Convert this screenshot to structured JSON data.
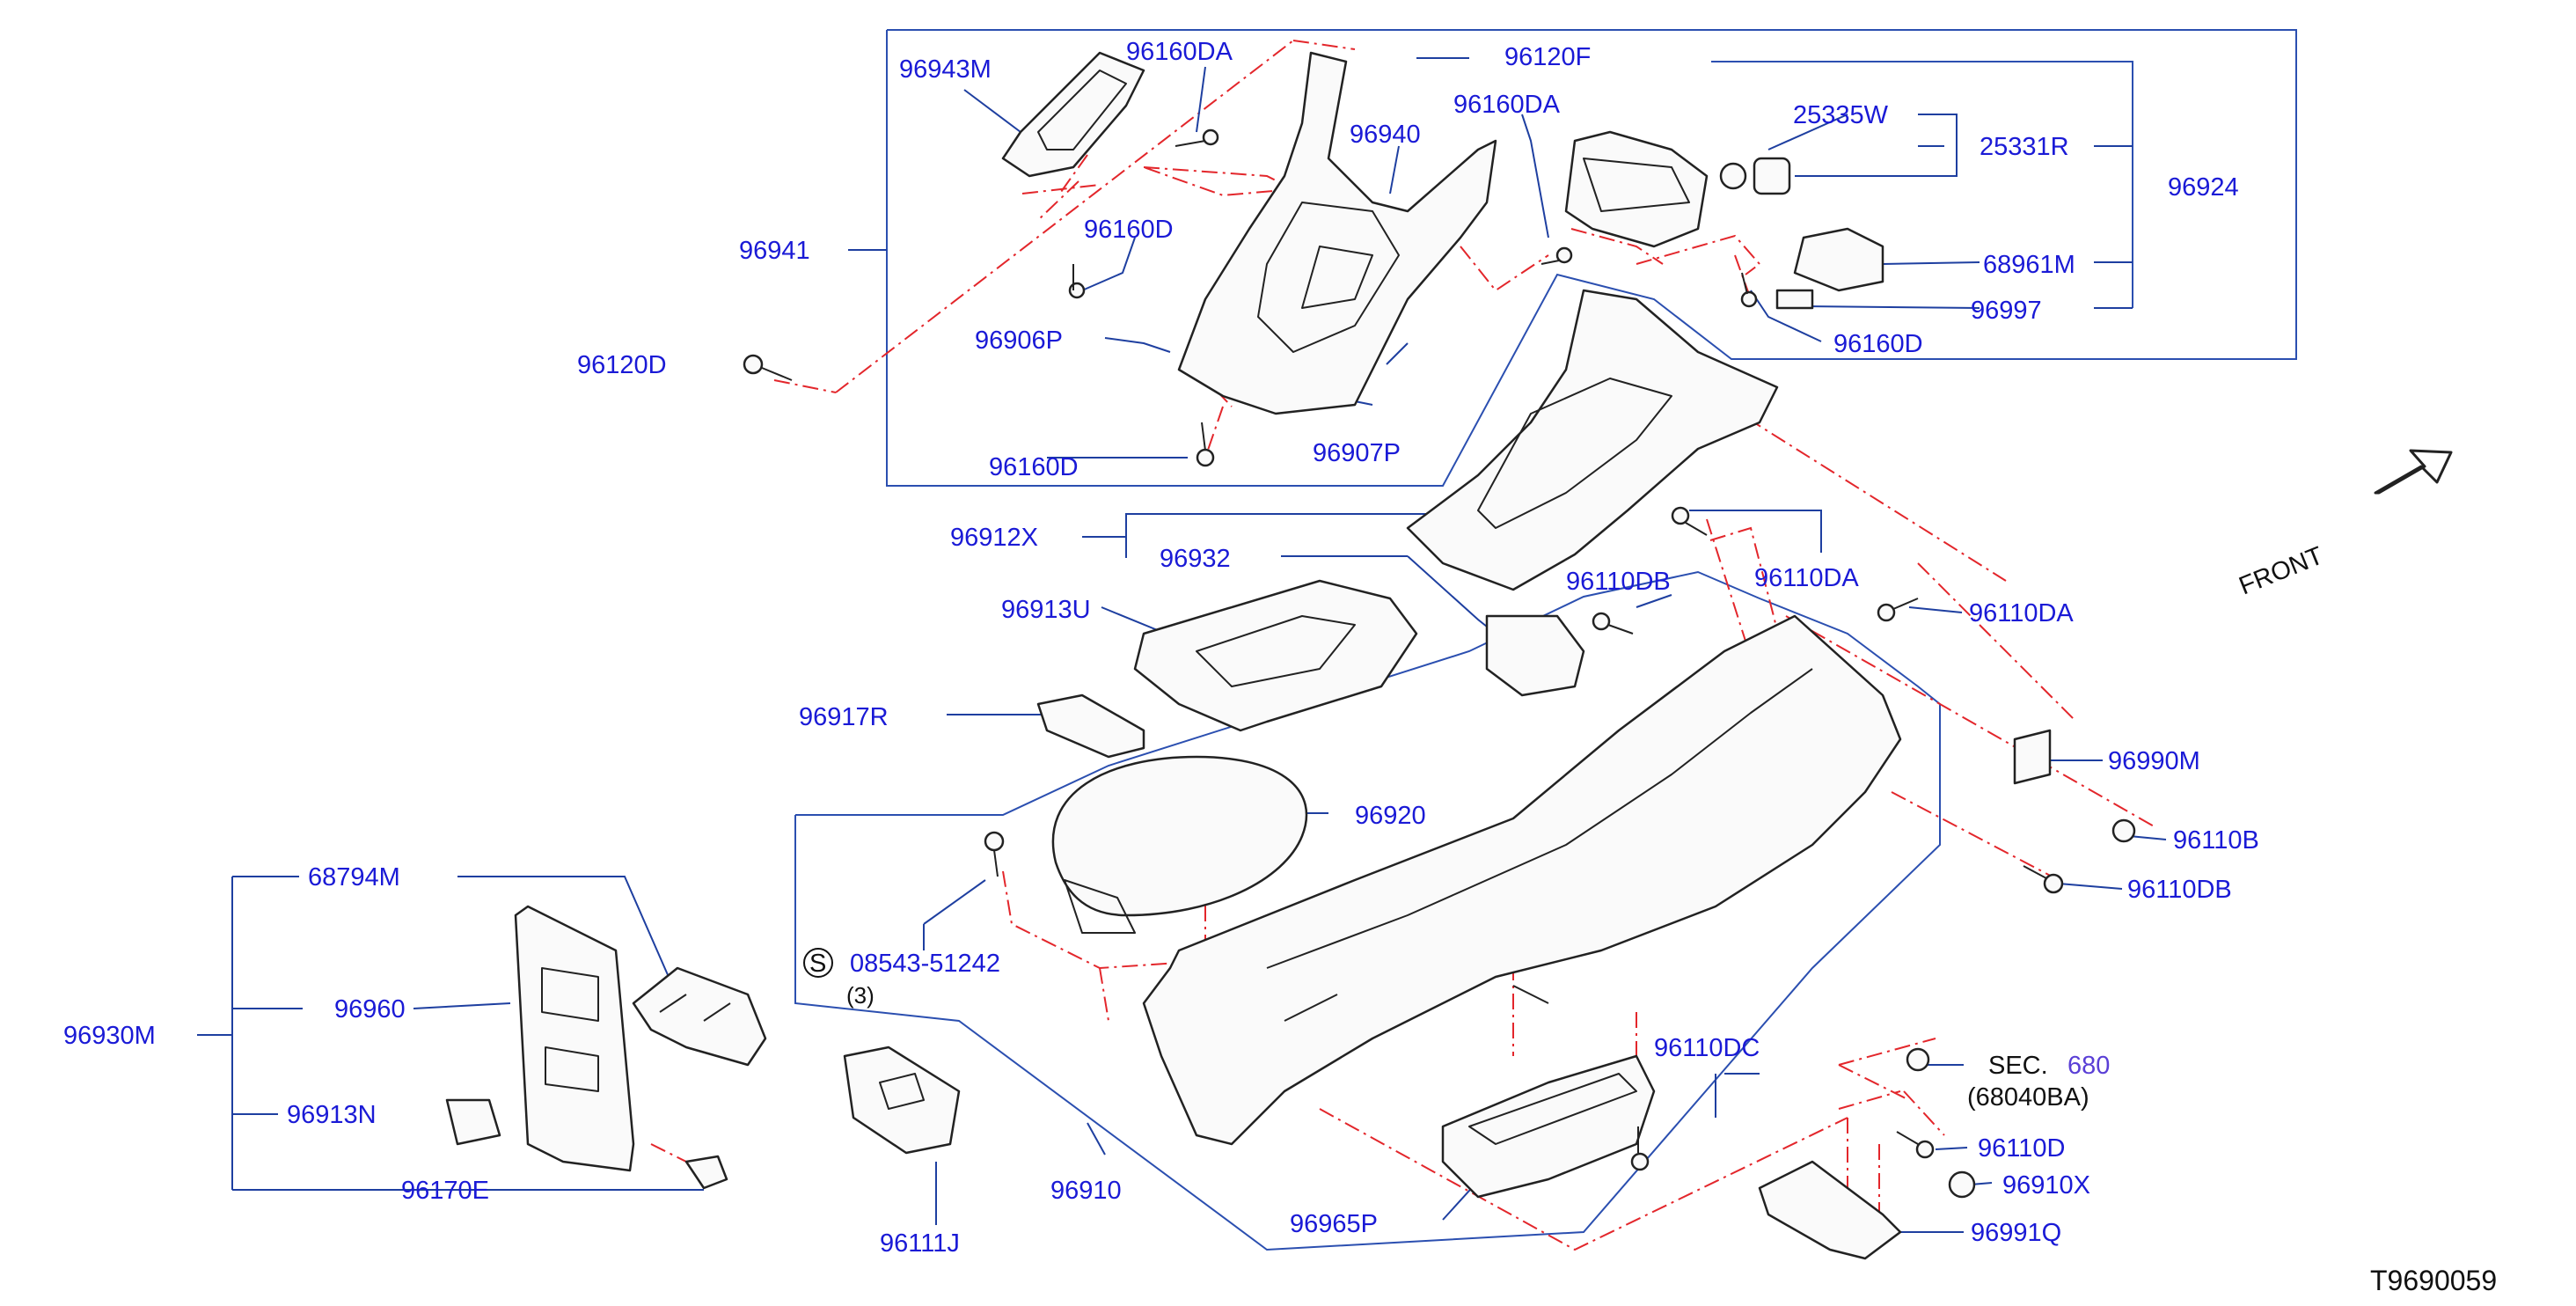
{
  "diagram_id": "T9690059",
  "front_label": "FRONT",
  "section_ref": {
    "prefix": "SEC.",
    "number": "680",
    "sub": "(68040BA)",
    "link_color": "#5a3fd6"
  },
  "screw_spec": {
    "symbol": "S",
    "part": "08543-51242",
    "qty": "(3)"
  },
  "colors": {
    "part_number": "#1a1ad6",
    "leader": "#1e3fa0",
    "centerline": "#e3262b"
  },
  "parts": {
    "p96943M": "96943M",
    "p96160DA_a": "96160DA",
    "p96120F": "96120F",
    "p96160DA_b": "96160DA",
    "p25335W": "25335W",
    "p25331R": "25331R",
    "p96924": "96924",
    "p96940": "96940",
    "p96941": "96941",
    "p96160D_a": "96160D",
    "p68961M": "68961M",
    "p96997": "96997",
    "p96160D_b": "96160D",
    "p96120D": "96120D",
    "p96906P": "96906P",
    "p96907P": "96907P",
    "p96160D_c": "96160D",
    "p96912X": "96912X",
    "p96932": "96932",
    "p96110DB_a": "96110DB",
    "p96110DA_a": "96110DA",
    "p96110DA_b": "96110DA",
    "p96913U": "96913U",
    "p96917R": "96917R",
    "p96990M": "96990M",
    "p96920": "96920",
    "p96110B": "96110B",
    "p96110DB_b": "96110DB",
    "p68794M": "68794M",
    "p96960": "96960",
    "p96930M": "96930M",
    "p96913N": "96913N",
    "p96170E": "96170E",
    "p96111J": "96111J",
    "p96910": "96910",
    "p96965P": "96965P",
    "p96110DC": "96110DC",
    "p96110D": "96110D",
    "p96910X": "96910X",
    "p96991Q": "96991Q"
  }
}
